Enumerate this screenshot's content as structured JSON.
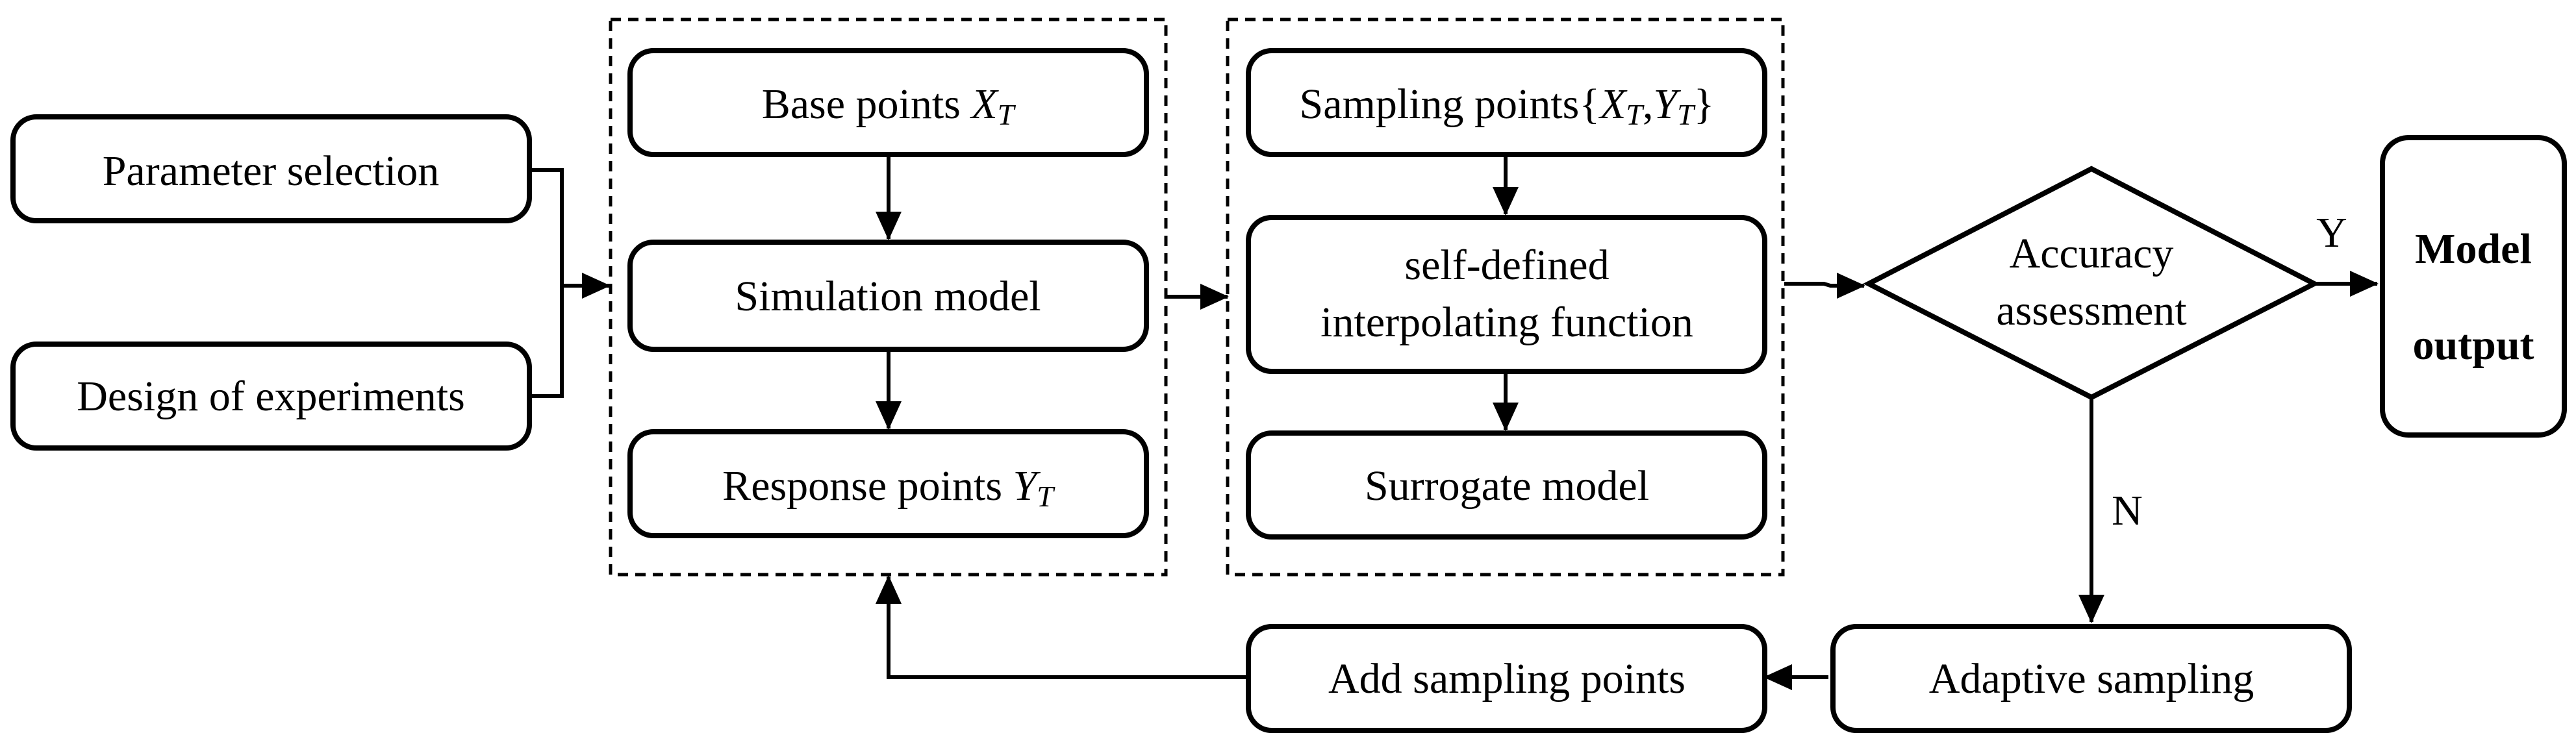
{
  "nodes": {
    "parameter_selection": "Parameter selection",
    "design_of_experiments": "Design of experiments",
    "base_points": {
      "text": "Base points ",
      "var": "X",
      "sub": "T"
    },
    "simulation_model": "Simulation model",
    "response_points": {
      "text": "Response points ",
      "var": "Y",
      "sub": "T"
    },
    "sampling_points": {
      "text": "Sampling points{",
      "var1": "X",
      "sub1": "T",
      "sep": ",",
      "var2": "Y",
      "sub2": "T",
      "close": "}"
    },
    "interpolating_function": {
      "line1": "self-defined",
      "line2": "interpolating function"
    },
    "surrogate_model": "Surrogate model",
    "accuracy_assessment": {
      "line1": "Accuracy",
      "line2": "assessment"
    },
    "model_output": {
      "line1": "Model",
      "line2": "output"
    },
    "adaptive_sampling": "Adaptive sampling",
    "add_sampling_points": "Add sampling points"
  },
  "edge_labels": {
    "yes": "Y",
    "no": "N"
  }
}
